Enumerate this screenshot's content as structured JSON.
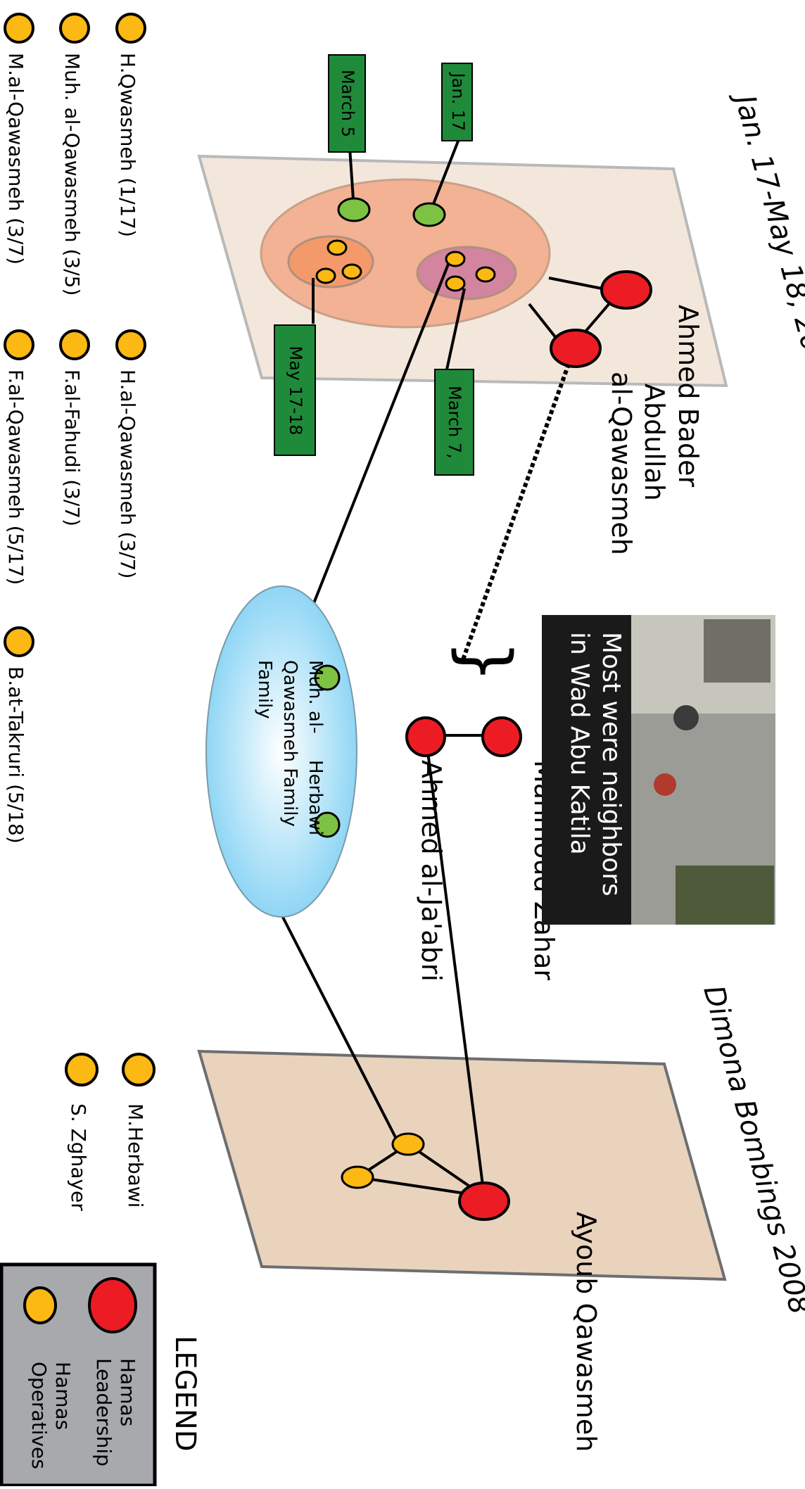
{
  "colors": {
    "leadership_red": "#ec1c24",
    "operative_yellow": "#fcb813",
    "green_node": "#7dc242",
    "date_tag_green": "#1f8a3a",
    "plane_2003": "#f3e7dc",
    "plane_2008": "#e9d3bd",
    "outer_cell": "#f2b293",
    "inner_cell_pink": "#d3849e",
    "inner_cell_orange": "#f49a6a",
    "family_blue": "#8fd6f5",
    "legend_gray": "#a7a9ac",
    "photo_caption_bg": "#1a1a1a"
  },
  "titles": {
    "period_2003": "Jan. 17-May 18, 2003",
    "period_2008": "Dimona Bombings 2008"
  },
  "leaders": {
    "ahmed_bader": [
      "Ahmed Bader",
      "Abdullah",
      "al-Qawasmeh"
    ],
    "mahmoud_zahar": "Mahmoud Zahar",
    "ahmed_jabri": "Ahmed al-Ja'abri",
    "ayoub": "Ayoub Qawasmeh"
  },
  "date_tags": [
    "Jan. 17",
    "March 5",
    "March 7,",
    "May 17-18"
  ],
  "operatives_2003": {
    "col1": [
      "H.Qwasmeh (1/17)",
      "H.al-Qawasmeh (3/7)"
    ],
    "col2": [
      "Muh. al-Qawasmeh (3/5)",
      "F.al-Fahudi (3/7)"
    ],
    "col3": [
      "M.al-Qawasmeh (3/7)",
      "F.al-Qawasmeh (5/17)",
      "B.at-Takruri (5/18)"
    ]
  },
  "operatives_2008": [
    "M.Herbawi",
    "S. Zghayer"
  ],
  "photo": {
    "caption": [
      "Most were neighbors",
      "in Wad Abu Katila"
    ],
    "icon": "street-photo"
  },
  "family": {
    "label": [
      "Muh. al-",
      "Qawasmeh Family",
      "Family"
    ],
    "label_right": [
      "Herbawi"
    ]
  },
  "legend": {
    "title": "LEGEND",
    "leadership": [
      "Hamas",
      "Leadership"
    ],
    "operatives": [
      "Hamas",
      "Operatives"
    ]
  }
}
